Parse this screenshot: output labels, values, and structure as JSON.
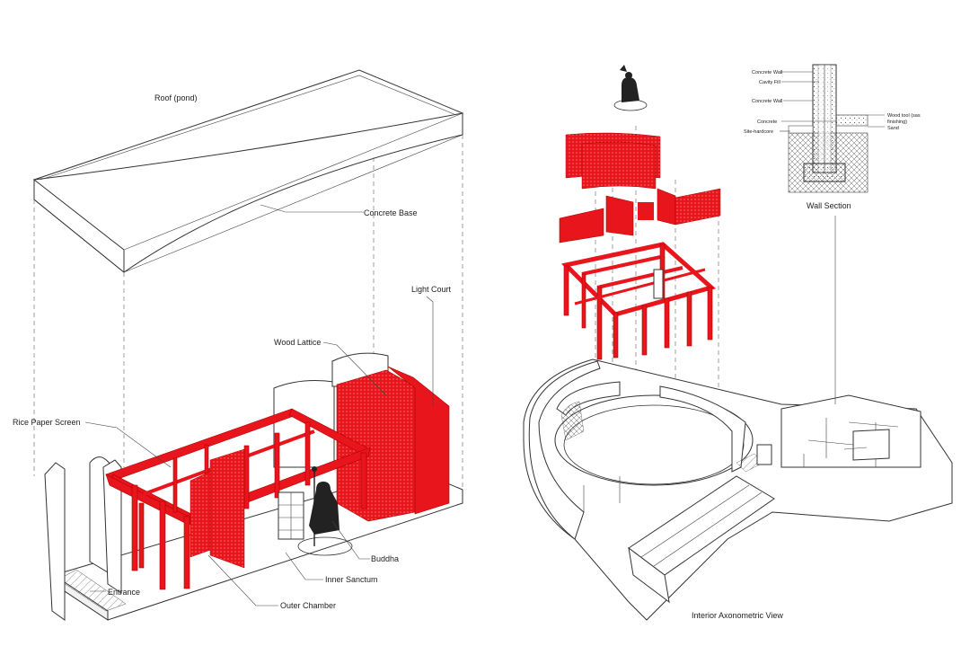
{
  "left_diagram": {
    "labels": {
      "roof": "Roof (pond)",
      "concrete_base": "Concrete Base",
      "light_court": "Light Court",
      "wood_lattice": "Wood Lattice",
      "rice_paper_screen": "Rice Paper Screen",
      "buddha": "Buddha",
      "inner_sanctum": "Inner Sanctum",
      "entrance": "Entrance",
      "outer_chamber": "Outer Chamber"
    }
  },
  "right_diagram": {
    "caption": "Interior Axonometric View",
    "wall_section": {
      "title": "Wall Section",
      "labels": {
        "concrete_wall_top": "Concrete Wall",
        "cavity_fill": "Cavity Fill",
        "concrete_wall": "Concrete Wall",
        "concrete": "Concrete",
        "site_hardcore": "Site-hardcore",
        "wood_tool": "Wood tool (sas",
        "wood_tool_2": "finishing)",
        "sand": "Sand"
      }
    }
  },
  "colors": {
    "accent": "#e8161c",
    "line": "#333333",
    "background": "#ffffff"
  }
}
